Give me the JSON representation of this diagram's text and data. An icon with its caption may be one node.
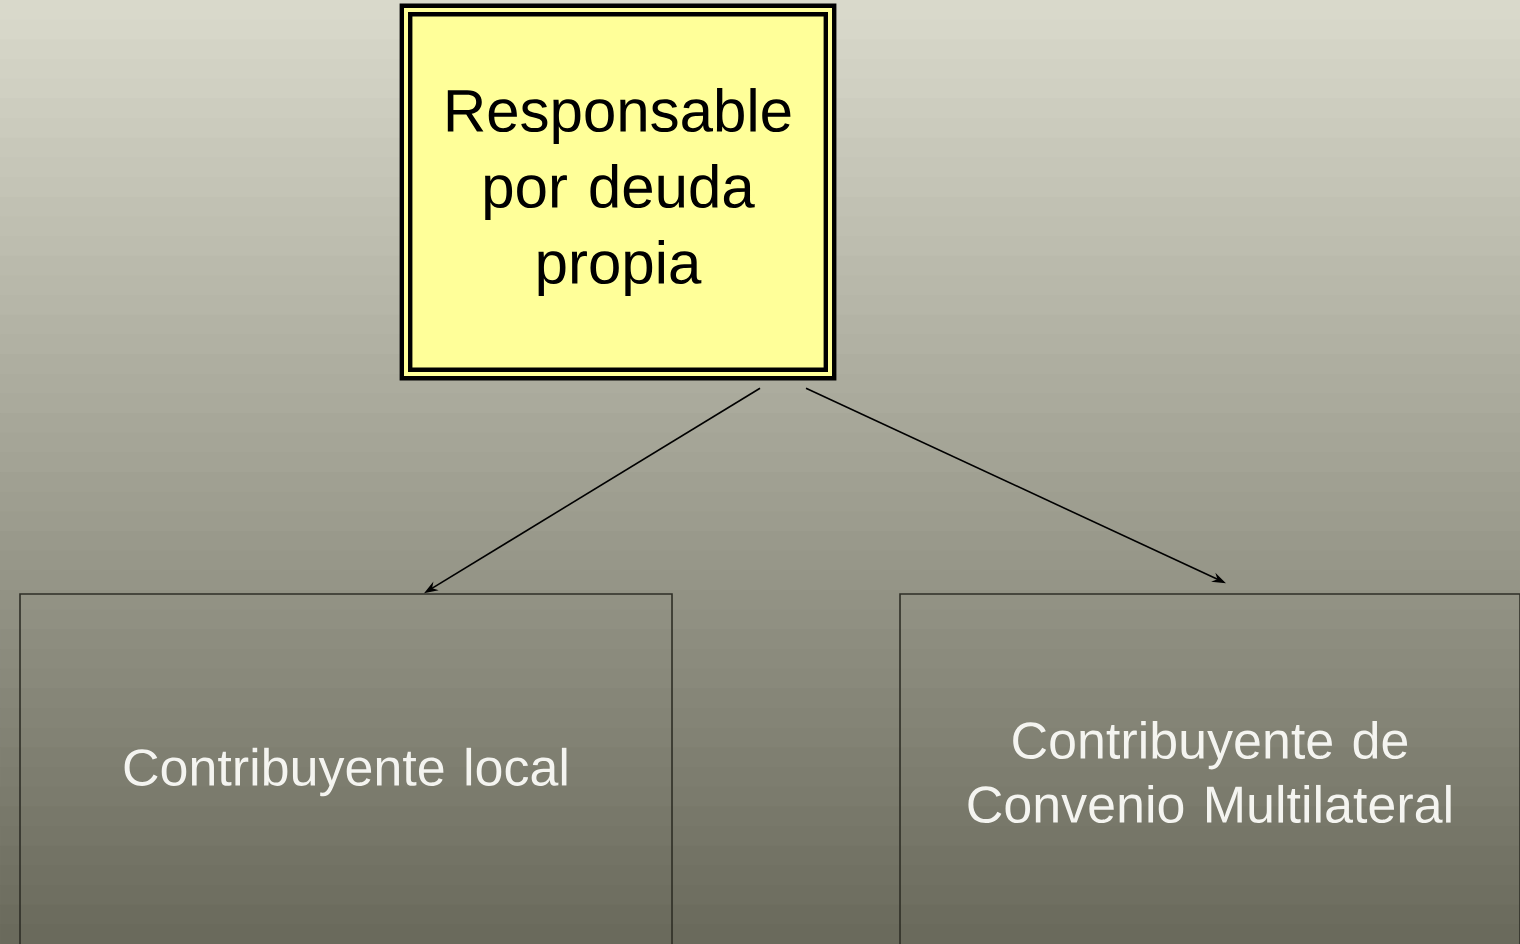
{
  "diagram": {
    "nodes": [
      {
        "text": [
          "Responsable por deuda propia"
        ]
      },
      {
        "text": [
          "Contribuyente local"
        ]
      },
      {
        "text": [
          "Contribuyente de Convenio Multilateral"
        ]
      }
    ],
    "edges": [
      {
        "from": 0,
        "to": 1,
        "arrow": "to"
      },
      {
        "from": 0,
        "to": 2,
        "arrow": "to"
      }
    ]
  }
}
